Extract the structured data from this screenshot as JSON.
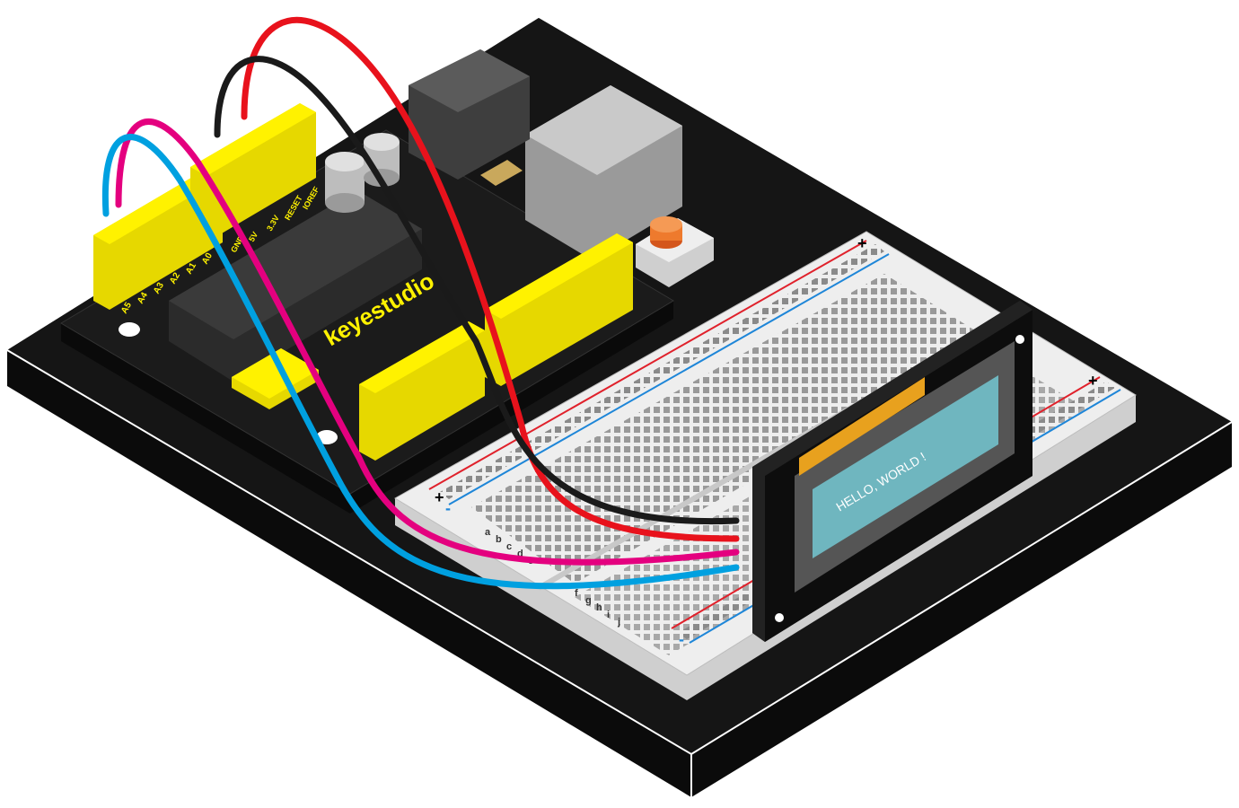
{
  "board": {
    "brand": "keyestudio",
    "power_pins": [
      "GND",
      "5V",
      "3.3V",
      "RESET",
      "IOREF"
    ],
    "analog_pins": [
      "A0",
      "A1",
      "A2",
      "A3",
      "A4",
      "A5"
    ]
  },
  "breadboard": {
    "rail_plus": "+",
    "rail_minus": "-",
    "row_letters_left": [
      "a",
      "b",
      "c",
      "d",
      "e"
    ],
    "row_letters_right": [
      "f",
      "g",
      "h",
      "i",
      "j"
    ]
  },
  "lcd": {
    "line1": "HELLO, WORLD !"
  },
  "wires": [
    {
      "color": "red",
      "hex": "#e8121c"
    },
    {
      "color": "black",
      "hex": "#1a1a1a"
    },
    {
      "color": "magenta",
      "hex": "#e4007f"
    },
    {
      "color": "blue",
      "hex": "#00a0e0"
    }
  ],
  "colors": {
    "base": "#0b0b0b",
    "board_yellow": "#fff200",
    "pcb": "#1b1b1b",
    "lcd_screen": "#6fb6bf",
    "rail_red": "#e0212b",
    "rail_blue": "#1e86d8"
  }
}
